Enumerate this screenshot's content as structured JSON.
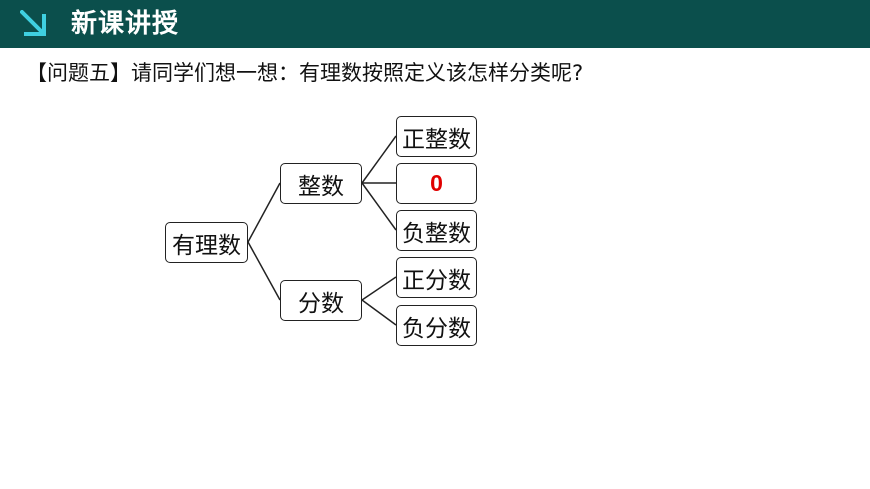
{
  "header": {
    "title": "新课讲授",
    "icon": "arrow-down-right-icon",
    "bg_color": "#0b4f4c"
  },
  "question": "【问题五】请同学们想一想：有理数按照定义该怎样分类呢?",
  "diagram": {
    "root": "有理数",
    "level1": [
      "整数",
      "分数"
    ],
    "integer_children": [
      "正整数",
      "0",
      "负整数"
    ],
    "fraction_children": [
      "正分数",
      "负分数"
    ],
    "highlight_color": "#e00000"
  }
}
